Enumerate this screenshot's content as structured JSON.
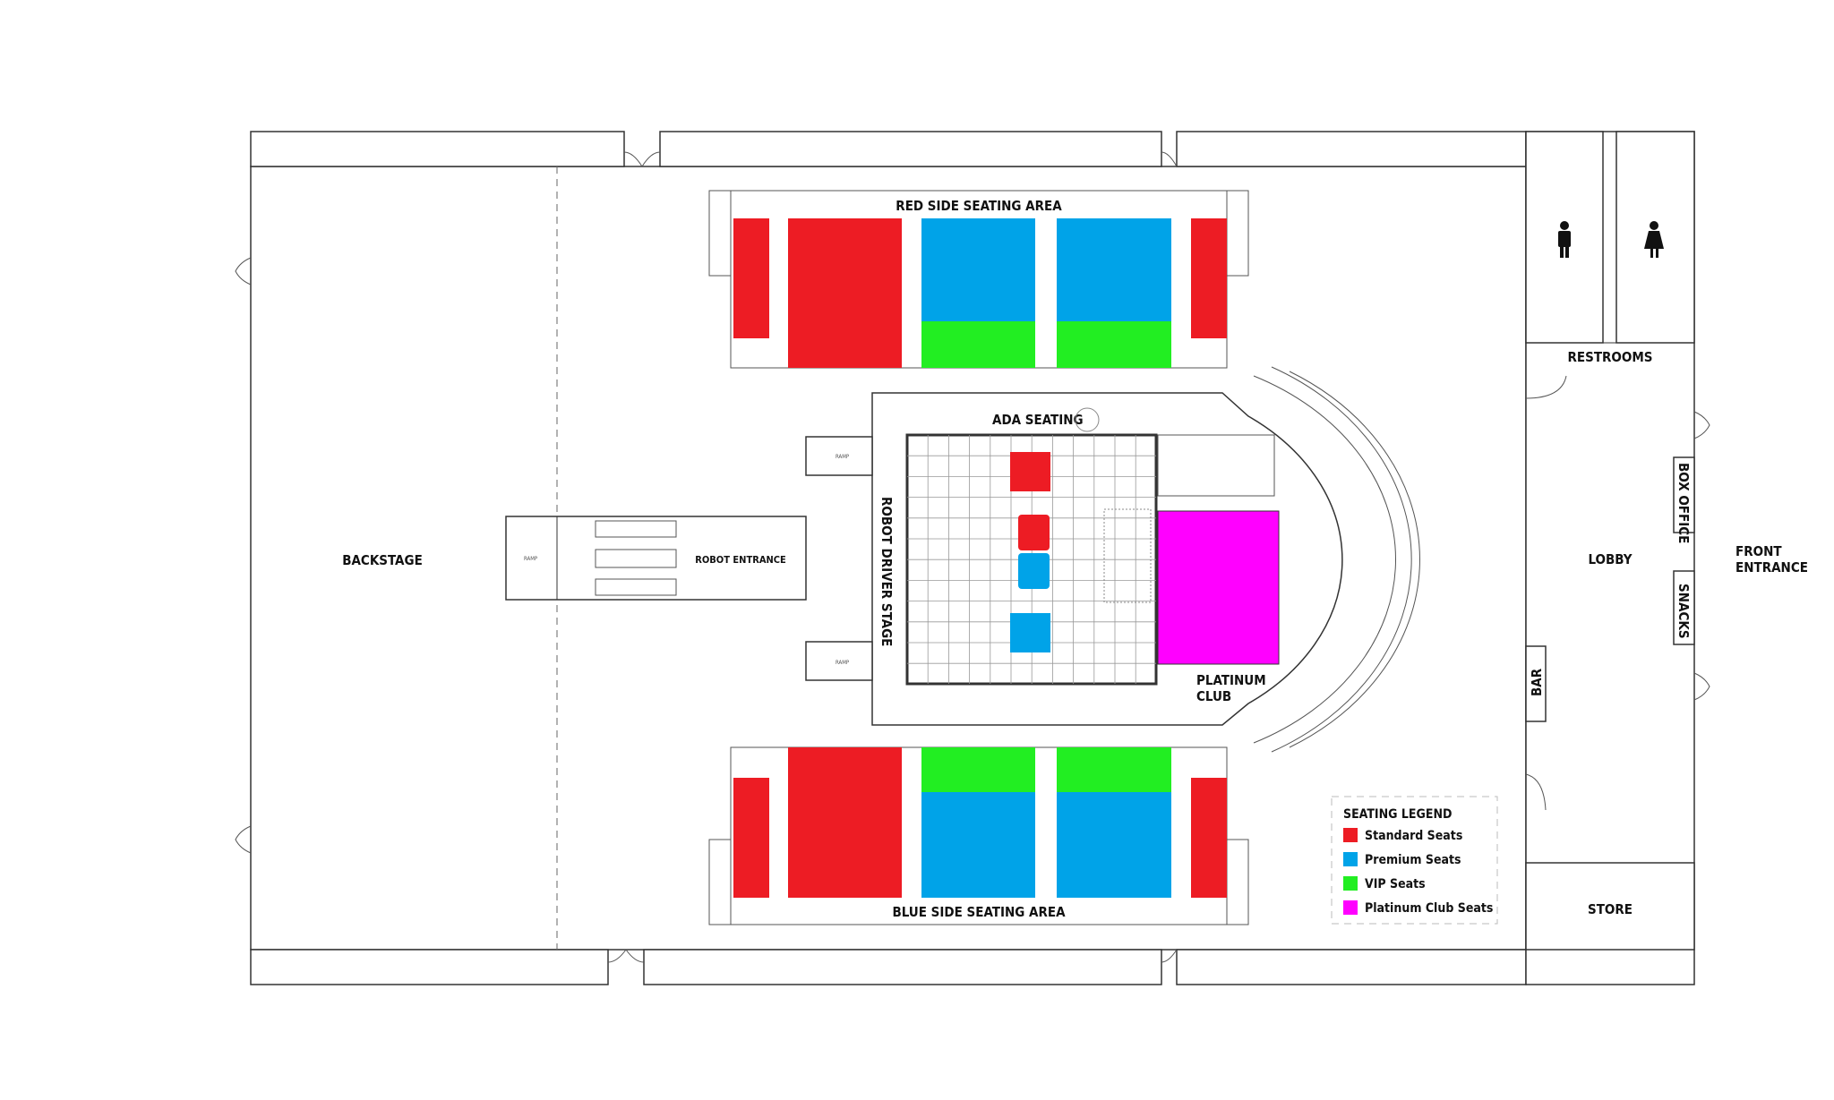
{
  "map": {
    "backstage": "BACKSTAGE",
    "robot_entrance": "ROBOT ENTRANCE",
    "robot_driver_stage": "ROBOT DRIVER STAGE",
    "ramp": "RAMP",
    "red_side": "RED SIDE SEATING AREA",
    "blue_side": "BLUE SIDE SEATING AREA",
    "ada_seating": "ADA SEATING",
    "platinum_club_line1": "PLATINUM",
    "platinum_club_line2": "CLUB",
    "restrooms": "RESTROOMS",
    "lobby": "LOBBY",
    "front_entrance_line1": "FRONT",
    "front_entrance_line2": "ENTRANCE",
    "box_office": "BOX OFFICE",
    "snacks": "SNACKS",
    "bar": "BAR",
    "store": "STORE"
  },
  "legend": {
    "title": "SEATING LEGEND",
    "items": [
      {
        "label": "Standard Seats",
        "color": "#ed1c24"
      },
      {
        "label": "Premium Seats",
        "color": "#00a3e8"
      },
      {
        "label": "VIP Seats",
        "color": "#22ee22"
      },
      {
        "label": "Platinum Club Seats",
        "color": "#ff00ff"
      }
    ]
  },
  "colors": {
    "standard": "#ed1c24",
    "premium": "#00a3e8",
    "vip": "#22ee22",
    "platinum": "#ff00ff"
  }
}
